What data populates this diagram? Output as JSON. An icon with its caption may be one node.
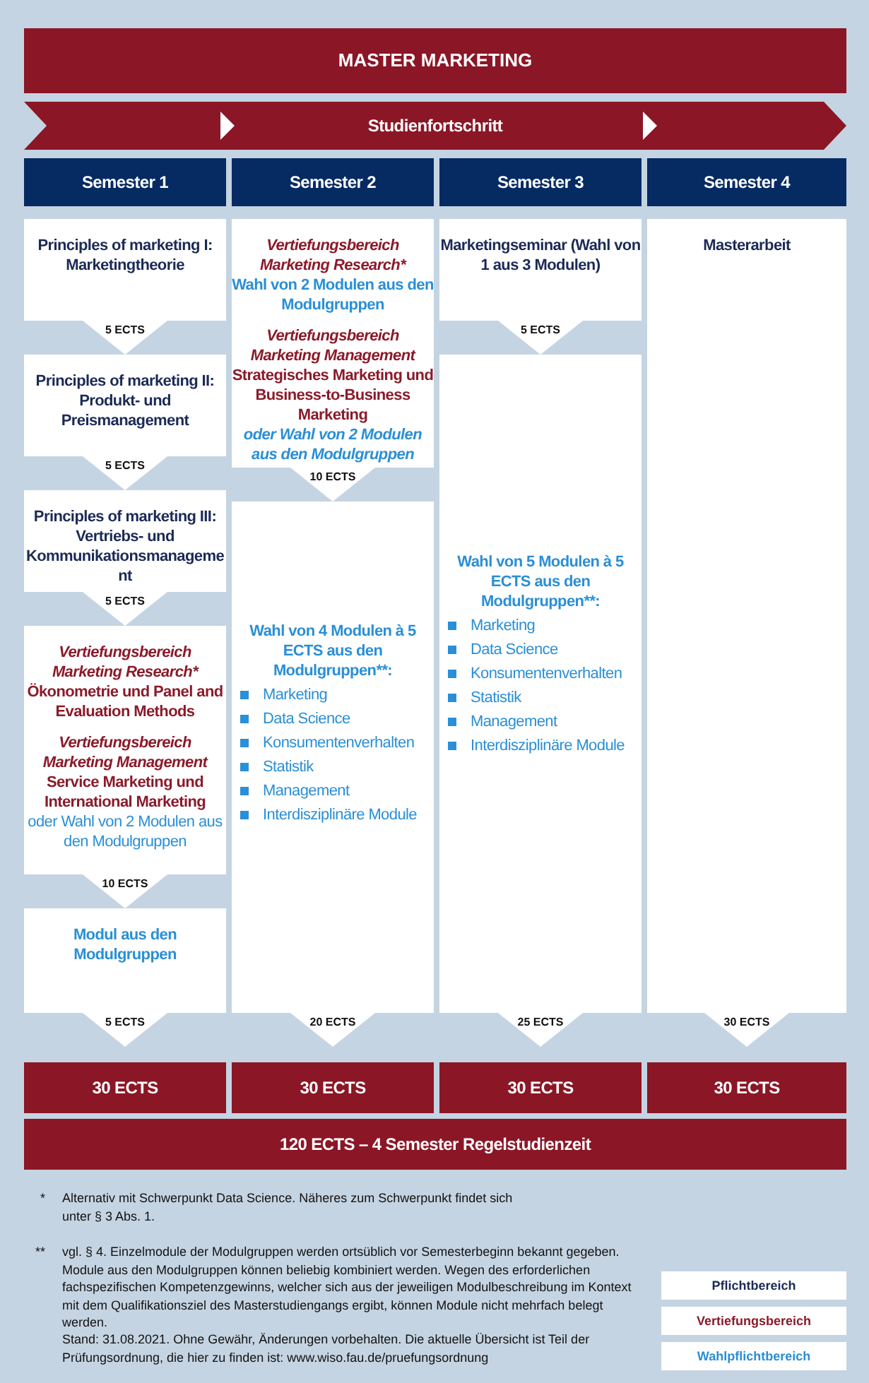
{
  "diagram": {
    "title": "MASTER MARKETING",
    "nodes": [
      {
        "text": [
          "Studienfortschritt"
        ]
      },
      {
        "text": [
          "Semester 1"
        ]
      },
      {
        "text": [
          "Semester 2"
        ]
      },
      {
        "text": [
          "Semester 3"
        ]
      },
      {
        "text": [
          "Semester 4"
        ]
      },
      {
        "text": [
          "Principles of marketing I: Marketingtheorie",
          "5 ECTS"
        ]
      },
      {
        "text": [
          "Principles of marketing II: Produkt- und Preismanagement",
          "5 ECTS"
        ]
      },
      {
        "text": [
          "Principles of marketing III: Vertriebs- und Kommunikationsmanagement",
          "5 ECTS"
        ]
      },
      {
        "text": [
          "Vertiefungsbereich Marketing Research*",
          "Ökonometrie und Panel and Evaluation Methods",
          "Vertiefungsbereich Marketing Management",
          "Service Marketing und International Marketing",
          "oder Wahl von 2 Modulen aus den Modulgruppen",
          "10 ECTS"
        ]
      },
      {
        "text": [
          "Modul aus den Modulgruppen",
          "5 ECTS"
        ]
      },
      {
        "text": [
          "Vertiefungsbereich Marketing Research*",
          "Wahl von 2 Modulen aus den Modulgruppen",
          "Vertiefungsbereich Marketing Management",
          "Strategisches Marketing und Business-to-Business Marketing",
          "oder Wahl von 2 Modulen aus den Modulgruppen",
          "10 ECTS"
        ]
      },
      {
        "text": [
          "Wahl von 4 Modulen à 5 ECTS aus den Modulgruppen**:",
          "Marketing",
          "Data Science",
          "Konsumentenverhalten",
          "Statistik",
          "Management",
          "Interdisziplinäre Module",
          "20 ECTS"
        ]
      },
      {
        "text": [
          "Marketingseminar (Wahl von 1 aus 3 Modulen)",
          "5 ECTS"
        ]
      },
      {
        "text": [
          "Wahl von 5 Modulen à 5 ECTS aus den Modulgruppen**:",
          "Marketing",
          "Data Science",
          "Konsumentenverhalten",
          "Statistik",
          "Management",
          "Interdisziplinäre Module",
          "25 ECTS"
        ]
      },
      {
        "text": [
          "Masterarbeit",
          "30 ECTS"
        ]
      },
      {
        "text": [
          "30 ECTS"
        ]
      },
      {
        "text": [
          "30 ECTS"
        ]
      },
      {
        "text": [
          "30 ECTS"
        ]
      },
      {
        "text": [
          "30 ECTS"
        ]
      },
      {
        "text": [
          "120 ECTS – 4 Semester Regelstudienzeit"
        ]
      }
    ],
    "edges": [],
    "labels": [
      "*",
      "Alternativ mit Schwerpunkt Data Science. Näheres zum Schwerpunkt findet sich unter § 3 Abs. 1.",
      "**",
      "vgl. § 4. Einzelmodule der Modulgruppen werden ortsüblich vor Semesterbeginn bekannt gegeben. Module aus den Modulgruppen können beliebig kombiniert werden. Wegen des erforderlichen fachspezifischen Kompetenzgewinns, welcher sich aus der jeweiligen Modulbeschreibung im Kontext mit dem Qualifikationsziel des Masterstudiengangs ergibt, können Module nicht mehrfach belegt werden.",
      "Stand: 31.08.2021. Ohne Gewähr, Änderungen vorbehalten. Die aktuelle Übersicht ist Teil der Prüfungsordnung, die hier zu finden ist: www.wiso.fau.de/pruefungsordnung"
    ],
    "legend": [
      {
        "text": "Pflichtbereich"
      },
      {
        "text": "Vertiefungsbereich"
      },
      {
        "text": "Wahlpflichtbereich"
      }
    ]
  }
}
